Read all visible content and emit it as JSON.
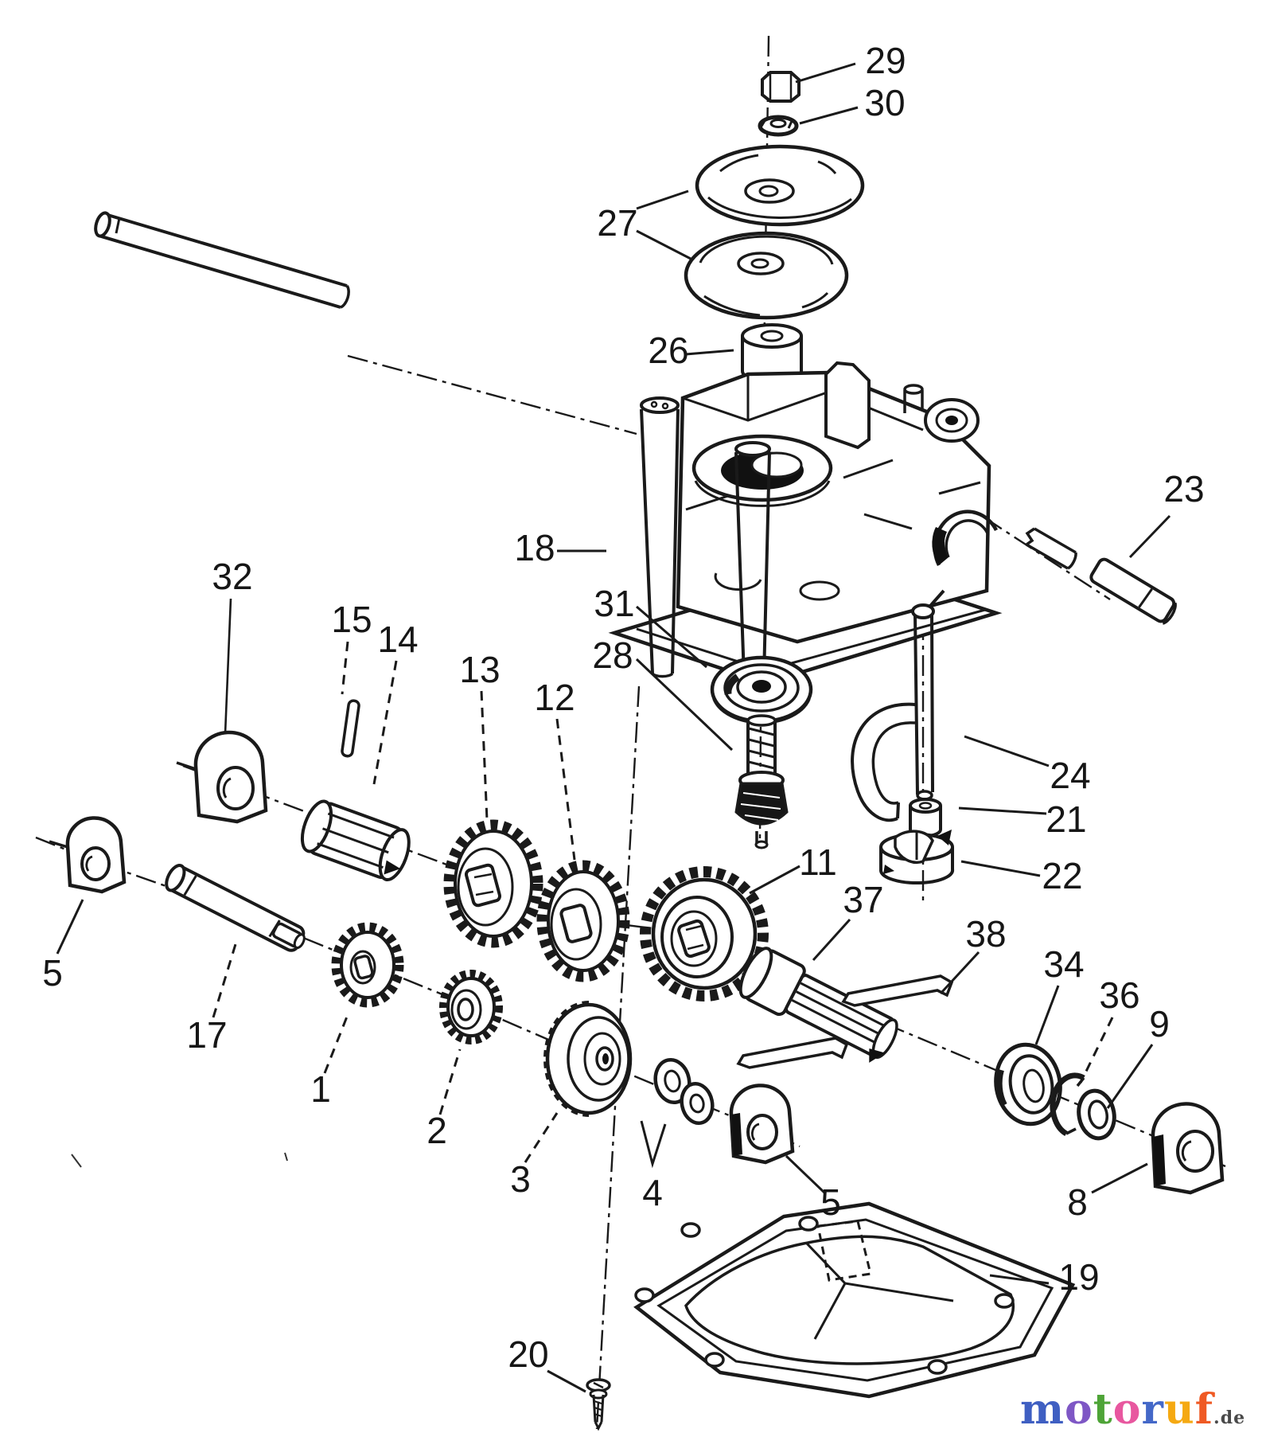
{
  "colors": {
    "ink": "#1a1a1a",
    "background": "#ffffff",
    "watermark_suffix": "#4a4a4a"
  },
  "callouts": {
    "c29": {
      "text": "29"
    },
    "c30": {
      "text": "30"
    },
    "c27": {
      "text": "27"
    },
    "c26": {
      "text": "26"
    },
    "c23": {
      "text": "23"
    },
    "c18": {
      "text": "18"
    },
    "c32": {
      "text": "32"
    },
    "c31": {
      "text": "31"
    },
    "c15": {
      "text": "15"
    },
    "c14": {
      "text": "14"
    },
    "c28": {
      "text": "28"
    },
    "c13": {
      "text": "13"
    },
    "c12": {
      "text": "12"
    },
    "c24": {
      "text": "24"
    },
    "c21": {
      "text": "21"
    },
    "c11": {
      "text": "11"
    },
    "c22": {
      "text": "22"
    },
    "c37": {
      "text": "37"
    },
    "c38": {
      "text": "38"
    },
    "c34": {
      "text": "34"
    },
    "c36": {
      "text": "36"
    },
    "c9": {
      "text": "9"
    },
    "c5_left": {
      "text": "5"
    },
    "c17": {
      "text": "17"
    },
    "c1": {
      "text": "1"
    },
    "c2": {
      "text": "2"
    },
    "c3": {
      "text": "3"
    },
    "c4": {
      "text": "4"
    },
    "c5_bottom": {
      "text": "5"
    },
    "c8": {
      "text": "8"
    },
    "c19": {
      "text": "19"
    },
    "c20": {
      "text": "20"
    }
  },
  "watermark": {
    "letters": [
      {
        "ch": "m",
        "color": "#3f5fc2"
      },
      {
        "ch": "o",
        "color": "#7e57c5"
      },
      {
        "ch": "t",
        "color": "#4ea437"
      },
      {
        "ch": "o",
        "color": "#e8579f"
      },
      {
        "ch": "r",
        "color": "#4468c8"
      },
      {
        "ch": "u",
        "color": "#f5a912"
      },
      {
        "ch": "f",
        "color": "#ef5a24"
      }
    ],
    "suffix": ".de"
  }
}
